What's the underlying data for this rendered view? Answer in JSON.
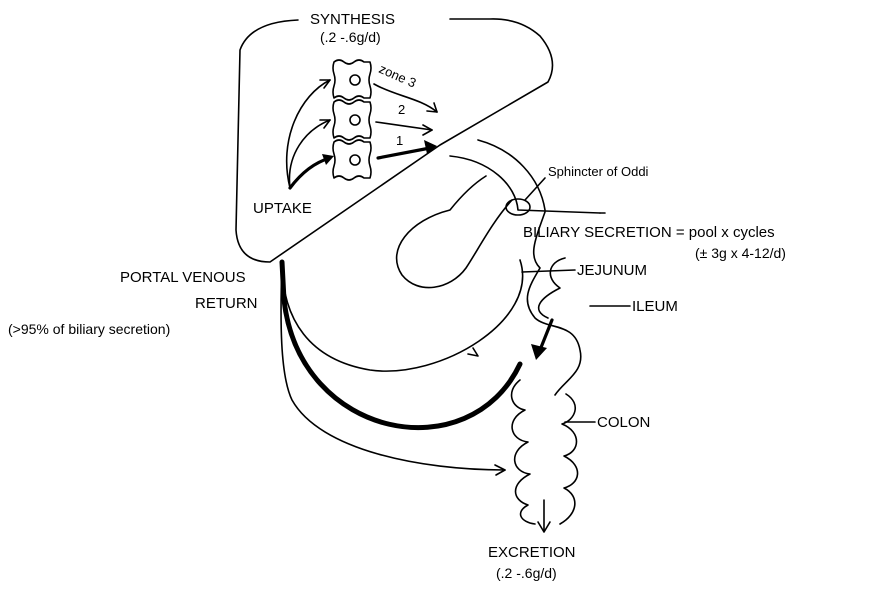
{
  "labels": {
    "synthesis": "SYNTHESIS",
    "synthesis_rate": "(.2 -.6g/d)",
    "zone3": "zone 3",
    "zone2": "2",
    "zone1": "1",
    "uptake": "UPTAKE",
    "sphincter": "Sphincter of Oddi",
    "biliary_secretion": "BILIARY SECRETION = pool x cycles",
    "biliary_rate": "(± 3g x 4-12/d)",
    "portal_1": "PORTAL VENOUS",
    "portal_2": "RETURN",
    "portal_3": "(>95% of biliary secretion)",
    "jejunum": "JEJUNUM",
    "ileum": "ILEUM",
    "colon": "COLON",
    "excretion": "EXCRETION",
    "excretion_rate": "(.2 -.6g/d)"
  },
  "colors": {
    "ink": "#000000",
    "background": "#ffffff"
  }
}
